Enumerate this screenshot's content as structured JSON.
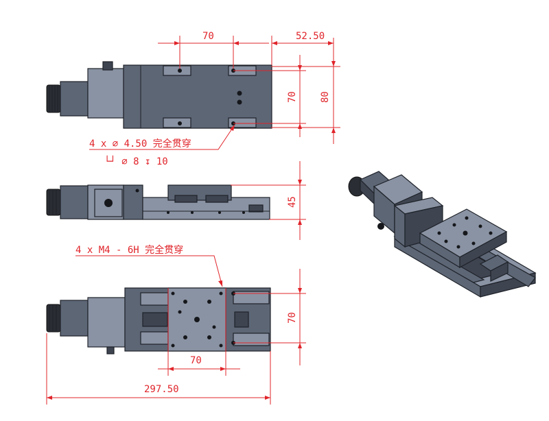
{
  "dimensions": {
    "top_width": "70",
    "top_offset": "52.50",
    "top_height_inner": "70",
    "top_height_outer": "80",
    "side_height": "45",
    "bottom_width": "70",
    "bottom_height": "70",
    "overall_length": "297.50"
  },
  "notes": {
    "through_hole_line1": "4 x ∅ 4.50 完全贯穿",
    "through_hole_line2": "└┘ ∅ 8 ↧ 10",
    "thread_note": "4 x  M4 - 6H 完全贯穿"
  },
  "colors": {
    "dimension": "#e0242a",
    "metal": "#5d6675",
    "metal_light": "#8a93a3",
    "outline": "#1e2229"
  }
}
